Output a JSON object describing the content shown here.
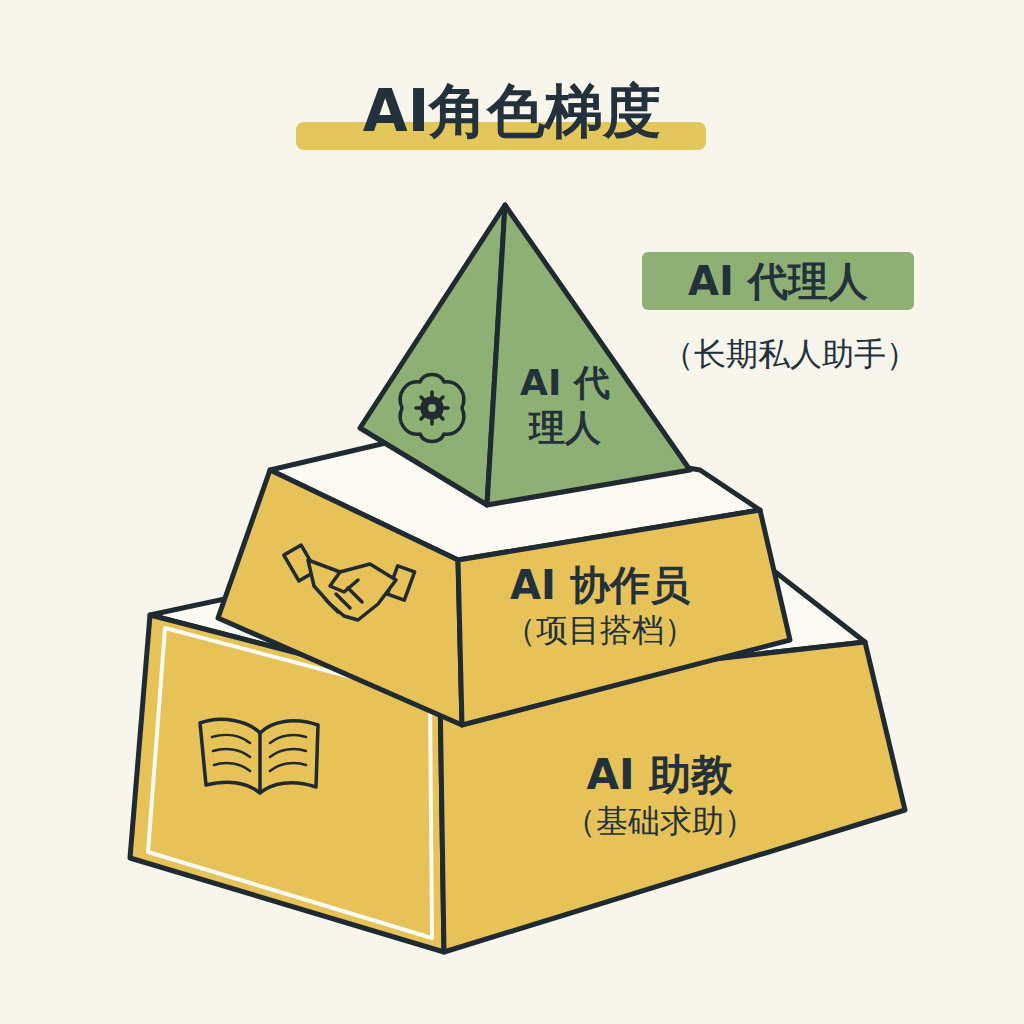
{
  "diagram": {
    "title": "AI角色梯度",
    "nodes": [
      {
        "text": [
          "AI 代理人"
        ]
      },
      {
        "text": [
          "AI 协作员",
          "（项目搭档）"
        ]
      },
      {
        "text": [
          "AI 助教",
          "（基础求助）"
        ]
      }
    ],
    "labels": [
      "AI 代理人",
      "（长期私人助手）"
    ]
  }
}
